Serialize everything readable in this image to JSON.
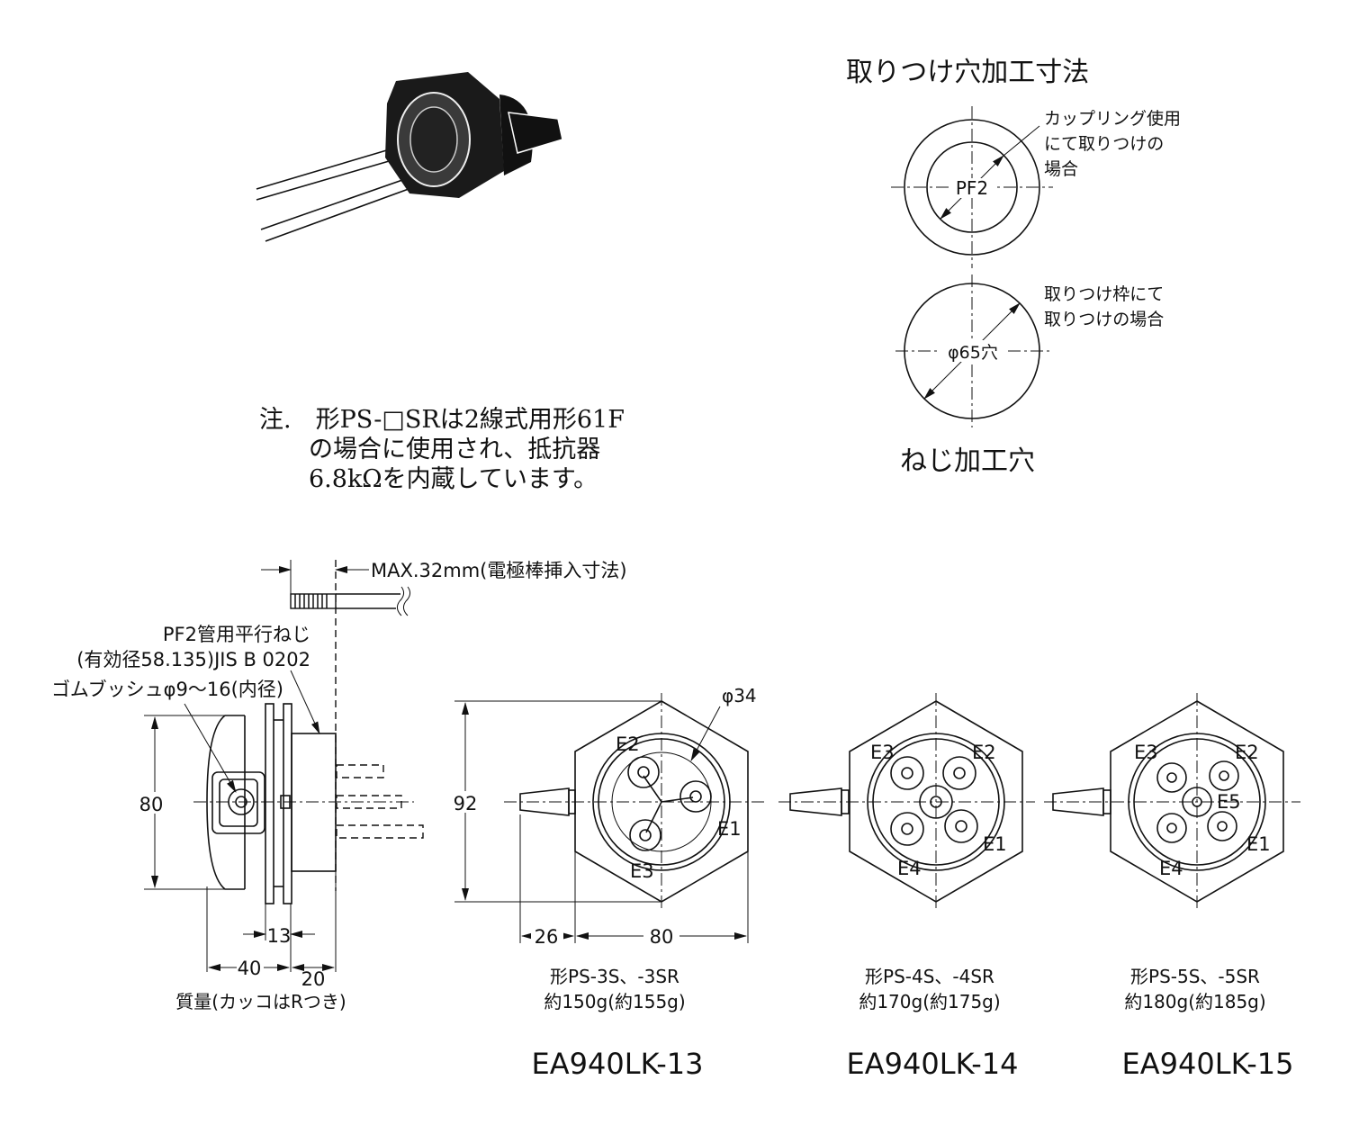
{
  "mounting_hole": {
    "title": "取りつけ穴加工寸法",
    "coupling_label": [
      "カップリング使用",
      "にて取りつけの",
      "場合"
    ],
    "pf2_label": "PF2",
    "frame_label": [
      "取りつけ枠にて",
      "取りつけの場合"
    ],
    "hole_label": "φ65穴",
    "screw_hole_title": "ねじ加工穴"
  },
  "note": {
    "lines": [
      "注.　形PS-□SRは2線式用形61F",
      "の場合に使用され、抵抗器",
      "6.8kΩを内蔵しています。"
    ]
  },
  "side_view": {
    "max_label": "MAX.32mm(電極棒挿入寸法)",
    "thread_label": [
      "PF2管用平行ねじ",
      "(有効径58.135)JIS B 0202"
    ],
    "bush_label": "ゴムブッシュφ9〜16(内径)",
    "dim_80": "80",
    "dim_13": "13",
    "dim_40": "40",
    "dim_20": "20",
    "mass_label": "質量(カッコはRつき)"
  },
  "front_views": [
    {
      "phi": "φ34",
      "dim_92": "92",
      "dim_26": "26",
      "dim_80": "80",
      "electrodes": [
        "E1",
        "E2",
        "E3"
      ],
      "model": "形PS-3S、-3SR",
      "mass": "約150g(約155g)",
      "code": "EA940LK-13"
    },
    {
      "electrodes": [
        "E1",
        "E2",
        "E3",
        "E4"
      ],
      "model": "形PS-4S、-4SR",
      "mass": "約170g(約175g)",
      "code": "EA940LK-14"
    },
    {
      "electrodes": [
        "E1",
        "E2",
        "E3",
        "E4",
        "E5"
      ],
      "model": "形PS-5S、-5SR",
      "mass": "約180g(約185g)",
      "code": "EA940LK-15"
    }
  ]
}
